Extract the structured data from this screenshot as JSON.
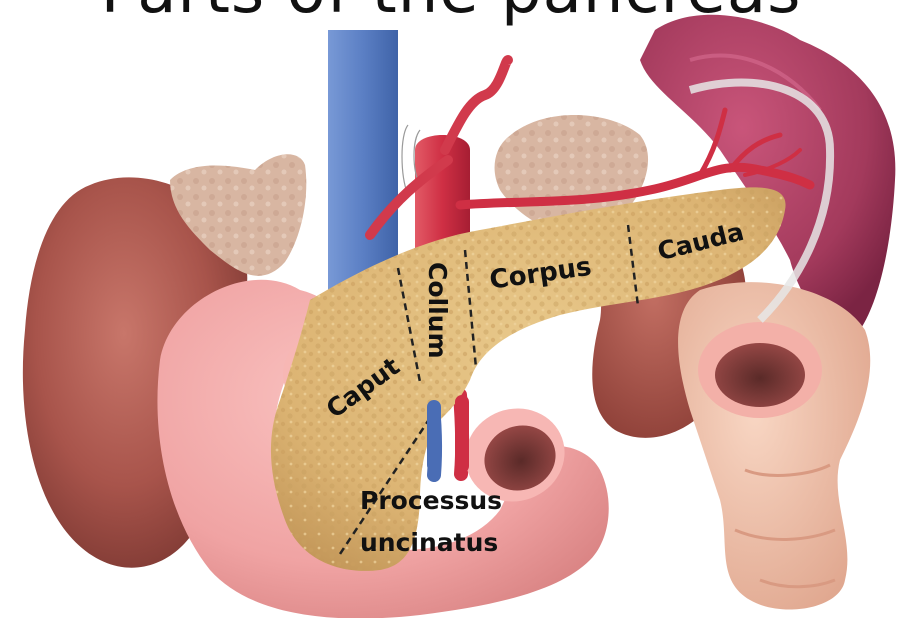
{
  "diagram": {
    "title": "Parts of the pancreas",
    "labels": {
      "caput": "Caput",
      "collum": "Collum",
      "corpus": "Corpus",
      "cauda": "Cauda",
      "processus_line1": "Processus",
      "processus_line2": "uncinatus"
    }
  },
  "colors": {
    "pancreas": "#dcb473",
    "duodenum": "#f0a3a3",
    "kidney": "#a8544b",
    "spleen": "#a33a5c",
    "adrenal": "#d8b6a2",
    "vena_cava": "#5b7fc4",
    "aorta": "#cf2f44",
    "colon": "#f0c4ae",
    "label_text": "#111111"
  }
}
